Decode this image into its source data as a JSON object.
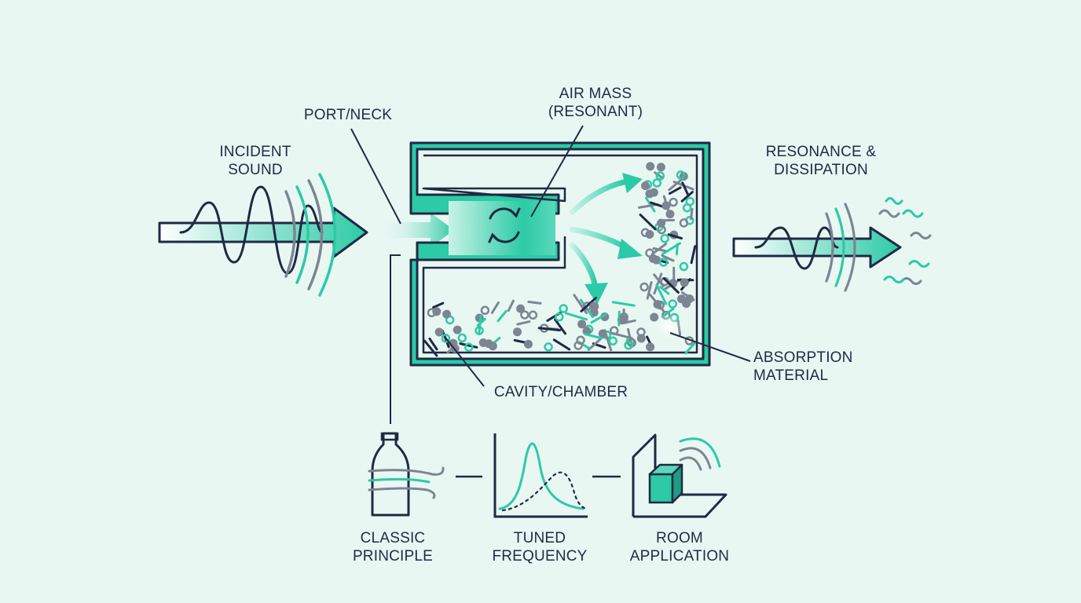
{
  "labels": {
    "incident_1": "INCIDENT",
    "incident_2": "SOUND",
    "port": "PORT/NECK",
    "air_1": "AIR MASS",
    "air_2": "(RESONANT)",
    "resonance_1": "RESONANCE &",
    "resonance_2": "DISSIPATION",
    "absorption_1": "ABSORPTION",
    "absorption_2": "MATERIAL",
    "cavity": "CAVITY/CHAMBER",
    "classic_1": "CLASSIC",
    "classic_2": "PRINCIPLE",
    "tuned_1": "TUNED",
    "tuned_2": "FREQUENCY",
    "room_1": "ROOM",
    "room_2": "APPLICATION"
  },
  "colors": {
    "teal": "#2ccaa6",
    "teal_light": "#b8f0e0",
    "navy": "#1f2a44",
    "gray": "#7d8592",
    "background": "#e9f7f3"
  },
  "icons": {
    "bottle": "bottle-icon",
    "resonance_curve": "resonance-curve-icon",
    "room": "room-corner-icon"
  }
}
